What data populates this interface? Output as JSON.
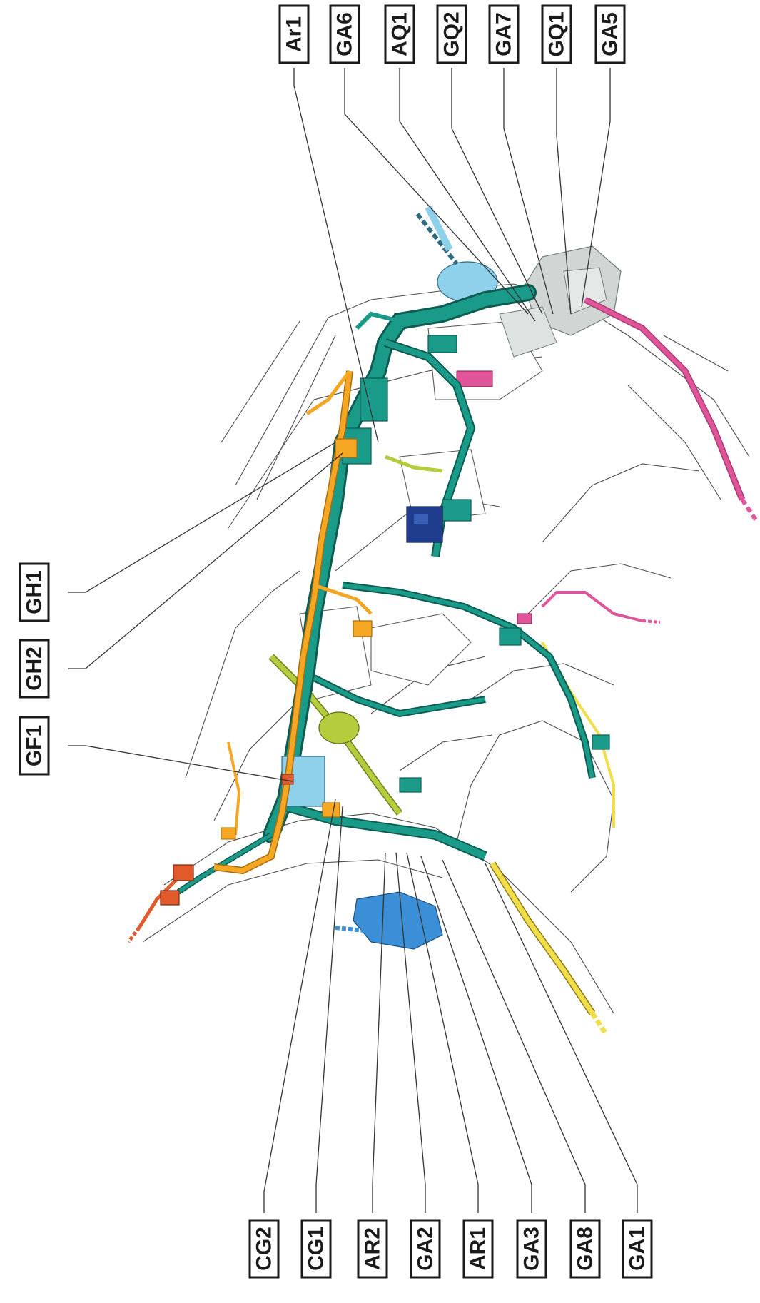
{
  "labels": {
    "top": [
      "Ar1",
      "GA6",
      "AQ1",
      "GQ2",
      "GA7",
      "GQ1",
      "GA5"
    ],
    "left": [
      "GH1",
      "GH2",
      "GF1"
    ],
    "bottom": [
      "CG2",
      "CG1",
      "AR2",
      "GA2",
      "AR1",
      "GA3",
      "GA8",
      "GA1"
    ]
  },
  "colors": {
    "main_harness": "#1a9b8a",
    "harness_dark": "#0e7466",
    "orange_harness": "#f5a623",
    "light_blue": "#8fd0ea",
    "pink": "#e0559a",
    "yellow": "#f2de4a",
    "olive": "#b5cc3c",
    "red": "#e05a2b",
    "navy": "#1f3d8c",
    "grey_block": "#cfd6d3",
    "blue_shape": "#3a8fd6"
  }
}
